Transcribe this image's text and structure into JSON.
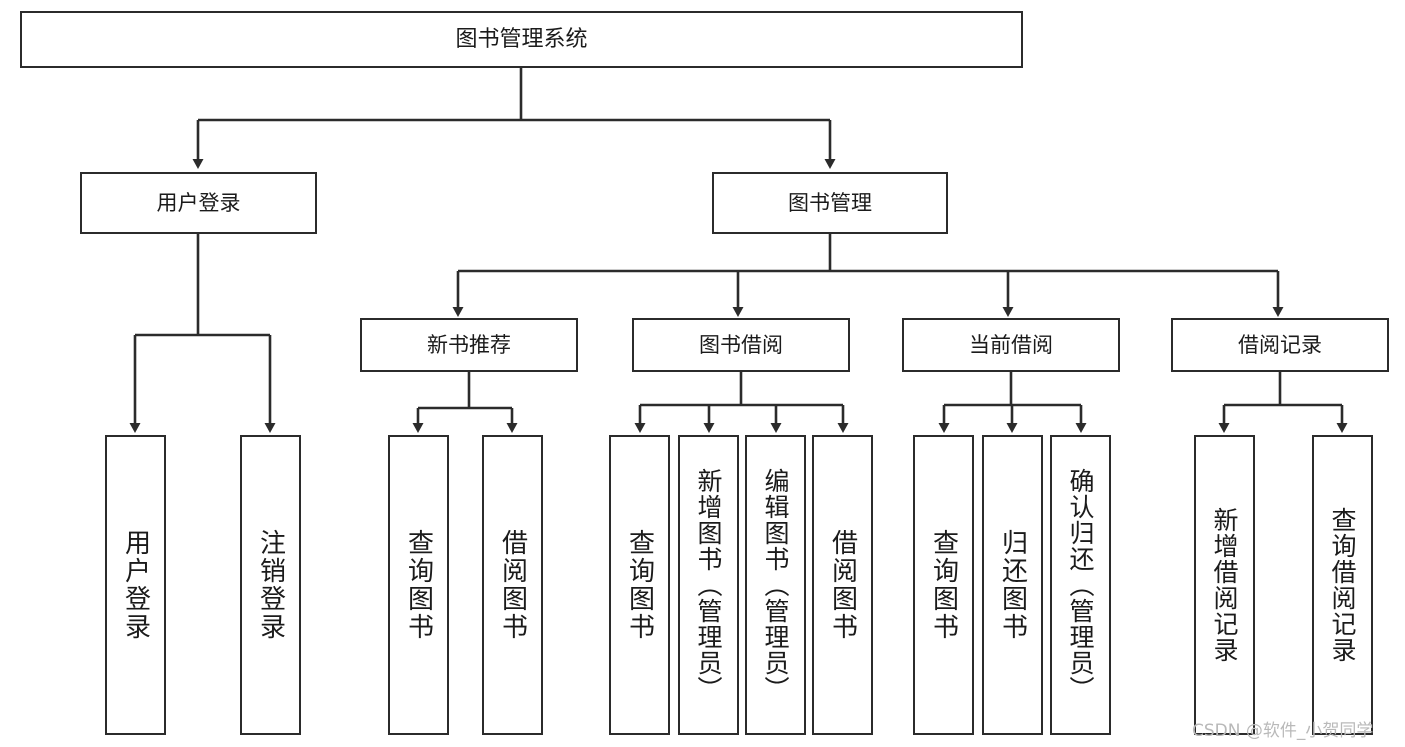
{
  "diagram": {
    "title": "图书管理系统",
    "type": "hierarchy-tree",
    "line_color": "#2b2b2b",
    "box_fill": "#ffffff",
    "text_color": "#1b1b1b",
    "root": {
      "label": "图书管理系统"
    },
    "level1": [
      {
        "label": "用户登录"
      },
      {
        "label": "图书管理"
      }
    ],
    "level2": [
      {
        "label": "新书推荐"
      },
      {
        "label": "图书借阅"
      },
      {
        "label": "当前借阅"
      },
      {
        "label": "借阅记录"
      }
    ],
    "leaves": {
      "user_login": [
        {
          "label": "用户登录"
        },
        {
          "label": "注销登录"
        }
      ],
      "new_book": [
        {
          "label": "查询图书"
        },
        {
          "label": "借阅图书"
        }
      ],
      "book_borrow": [
        {
          "label": "查询图书"
        },
        {
          "label": "新增图书（管理员）"
        },
        {
          "label": "编辑图书（管理员）"
        },
        {
          "label": "借阅图书"
        }
      ],
      "current_borrow": [
        {
          "label": "查询图书"
        },
        {
          "label": "归还图书"
        },
        {
          "label": "确认归还（管理员）"
        }
      ],
      "borrow_record": [
        {
          "label": "新增借阅记录"
        },
        {
          "label": "查询借阅记录"
        }
      ]
    }
  },
  "watermark": {
    "text": "CSDN @软件_小贺同学",
    "color": "#b9b9b9"
  }
}
